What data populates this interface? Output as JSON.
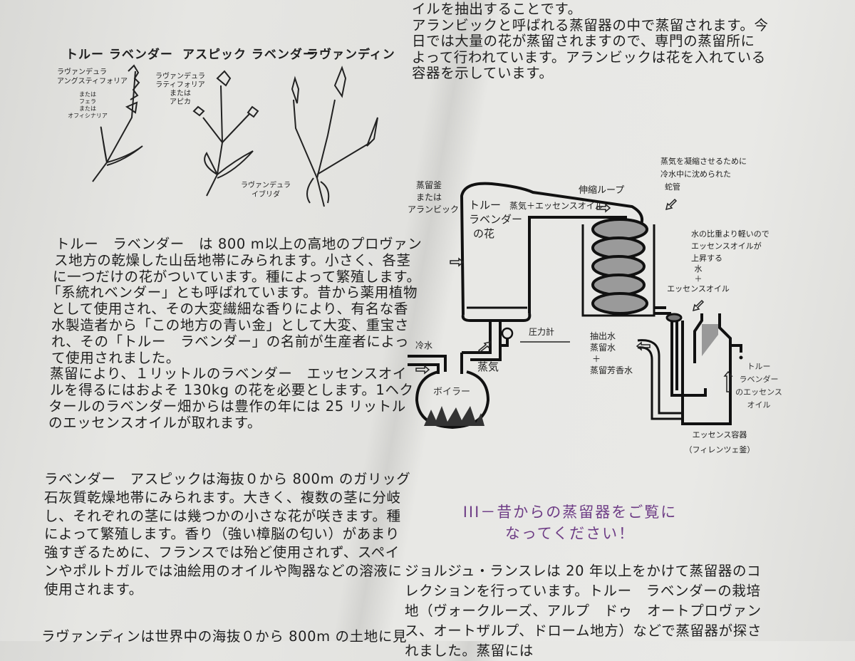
{
  "plants": {
    "true_lavender": {
      "title": "トルー ラベンダー",
      "latin": [
        "ラヴァンデュラ",
        "アングスティフォリア"
      ],
      "alt": [
        "または",
        "フェラ",
        "または",
        "オフィシナリア"
      ]
    },
    "aspic_lavender": {
      "title": "アスピック ラベンダー",
      "latin": [
        "ラヴァンデュラ",
        "ラティフォリア",
        "または",
        "アピカ"
      ]
    },
    "lavandin": {
      "title": "ラヴァンディン",
      "latin": [
        "ラヴァンデュラ",
        "イブリダ"
      ]
    }
  },
  "left_column": {
    "paragraph1": [
      "トルー　ラベンダー　は 800 m以上の高地のプロヴァン",
      "ス地方の乾燥した山岳地帯にみられます。小さく、各茎",
      "に一つだけの花がついています。種によって繁殖します。",
      "「系統れベンダー」とも呼ばれています。昔から薬用植物",
      "として使用され、その大変繊細な香りにより、有名な香",
      "水製造者から「この地方の青い金」として大変、重宝さ",
      "れ、その「トルー　ラベンダー」の名前が生産者によっ",
      "て使用されました。",
      "蒸留により、１リットルのラベンダー　エッセンスオイ",
      "ルを得るにはおよそ 130kg の花を必要とします。1ヘク",
      "タールのラベンダー畑からは豊作の年には 25 リットル",
      "のエッセンスオイルが取れます。"
    ],
    "paragraph2": [
      "ラベンダー　アスピックは海抜０から 800m のガリッグ",
      "石灰質乾燥地帯にみられます。大きく、複数の茎に分岐",
      "し、それぞれの茎には幾つかの小さな花が咲きます。種",
      "によって繁殖します。香り（強い樟脳の匂い）があまり",
      "強すぎるために、フランスでは殆ど使用されず、スペイ",
      "ンやポルトガルでは油絵用のオイルや陶器などの溶液に",
      "使用されます。"
    ],
    "paragraph3": [
      "ラヴァンディンは世界中の海抜０から 800m の土地に見"
    ]
  },
  "right_column": {
    "intro": [
      "イルを抽出することです。",
      "アランビックと呼ばれる蒸留器の中で蒸留されます。今",
      "日では大量の花が蒸留されますので、専門の蒸留所に",
      "よって行われています。アランビックは花を入れている",
      "容器を示しています。"
    ],
    "heading": [
      "III－昔からの蒸留器をご覧に",
      "なってください！"
    ],
    "heading_color": "#6e3d86",
    "paragraph": [
      "ジョルジュ・ランスレは 20 年以上をかけて蒸留器のコ",
      "レクションを行っています。トルー　ラベンダーの栽培",
      "地（ヴォークルーズ、アルプ　ドゥ　オートプロヴァン",
      "ス、オートザルプ、ドローム地方）などで蒸留器が探さ",
      "れました。蒸留には"
    ]
  },
  "diagram": {
    "alembic": [
      "蒸留釜",
      "または",
      "アランビック"
    ],
    "flowers": [
      "トルー",
      "ラベンダー",
      "の花"
    ],
    "vapor_oil": "蒸気＋エッセンスオイル",
    "loop": "伸縮ループ",
    "coil": [
      "蒸気を凝縮させるために",
      "冷水中に沈められた",
      "蛇管"
    ],
    "lighter": [
      "水の比重より軽いので",
      "エッセンスオイルが",
      "上昇する"
    ],
    "water_oil": [
      "水",
      "＋",
      "エッセンスオイル"
    ],
    "gauge": "圧力計",
    "cold_water": "冷水",
    "steam": "蒸気",
    "boiler": "ボイラー",
    "outflow": [
      "抽出水",
      "蒸留水",
      "＋",
      "蒸留芳香水"
    ],
    "essence": [
      "トルー",
      "ラベンダー",
      "のエッセンス",
      "オイル"
    ],
    "container": [
      "エッセンス容器",
      "（フィレンツェ釜）"
    ]
  }
}
